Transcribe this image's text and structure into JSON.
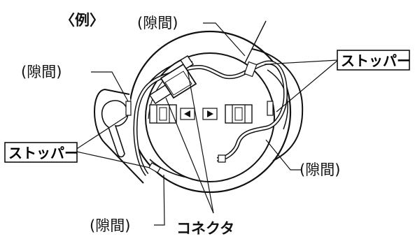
{
  "labels": {
    "example": "〈例〉",
    "gap": "(隙間)",
    "stopper": "ストッパー",
    "connector": "コネクタ"
  }
}
